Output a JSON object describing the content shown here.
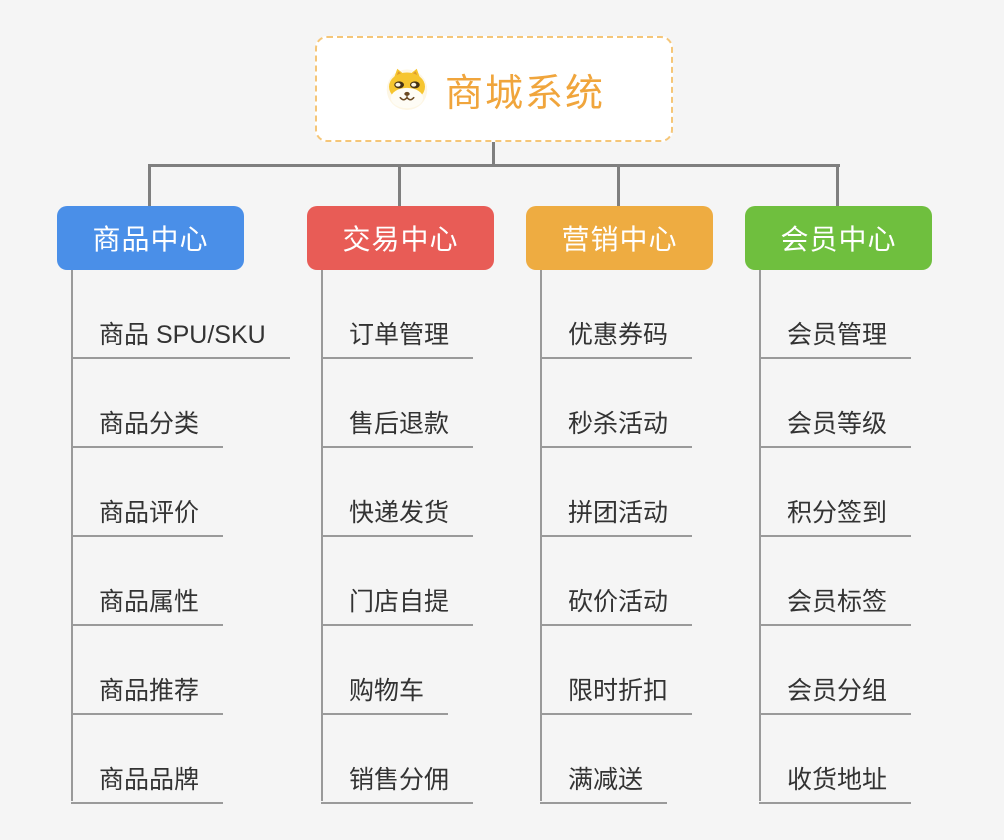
{
  "page": {
    "background": "#f5f5f5",
    "connector_color": "#7f7f7f",
    "leaf_line_color": "#9a9a9a"
  },
  "root": {
    "title": "商城系统",
    "icon": "shiba-dog-icon",
    "text_color": "#F0A53C",
    "border_color": "#F5C678"
  },
  "branches": [
    {
      "label": "商品中心",
      "color": "#4A8FE8",
      "children": [
        "商品 SPU/SKU",
        "商品分类",
        "商品评价",
        "商品属性",
        "商品推荐",
        "商品品牌"
      ]
    },
    {
      "label": "交易中心",
      "color": "#E85C56",
      "children": [
        "订单管理",
        "售后退款",
        "快递发货",
        "门店自提",
        "购物车",
        "销售分佣"
      ]
    },
    {
      "label": "营销中心",
      "color": "#EEAC41",
      "children": [
        "优惠券码",
        "秒杀活动",
        "拼团活动",
        "砍价活动",
        "限时折扣",
        "满减送"
      ]
    },
    {
      "label": "会员中心",
      "color": "#6FBF3E",
      "children": [
        "会员管理",
        "会员等级",
        "积分签到",
        "会员标签",
        "会员分组",
        "收货地址"
      ]
    }
  ]
}
